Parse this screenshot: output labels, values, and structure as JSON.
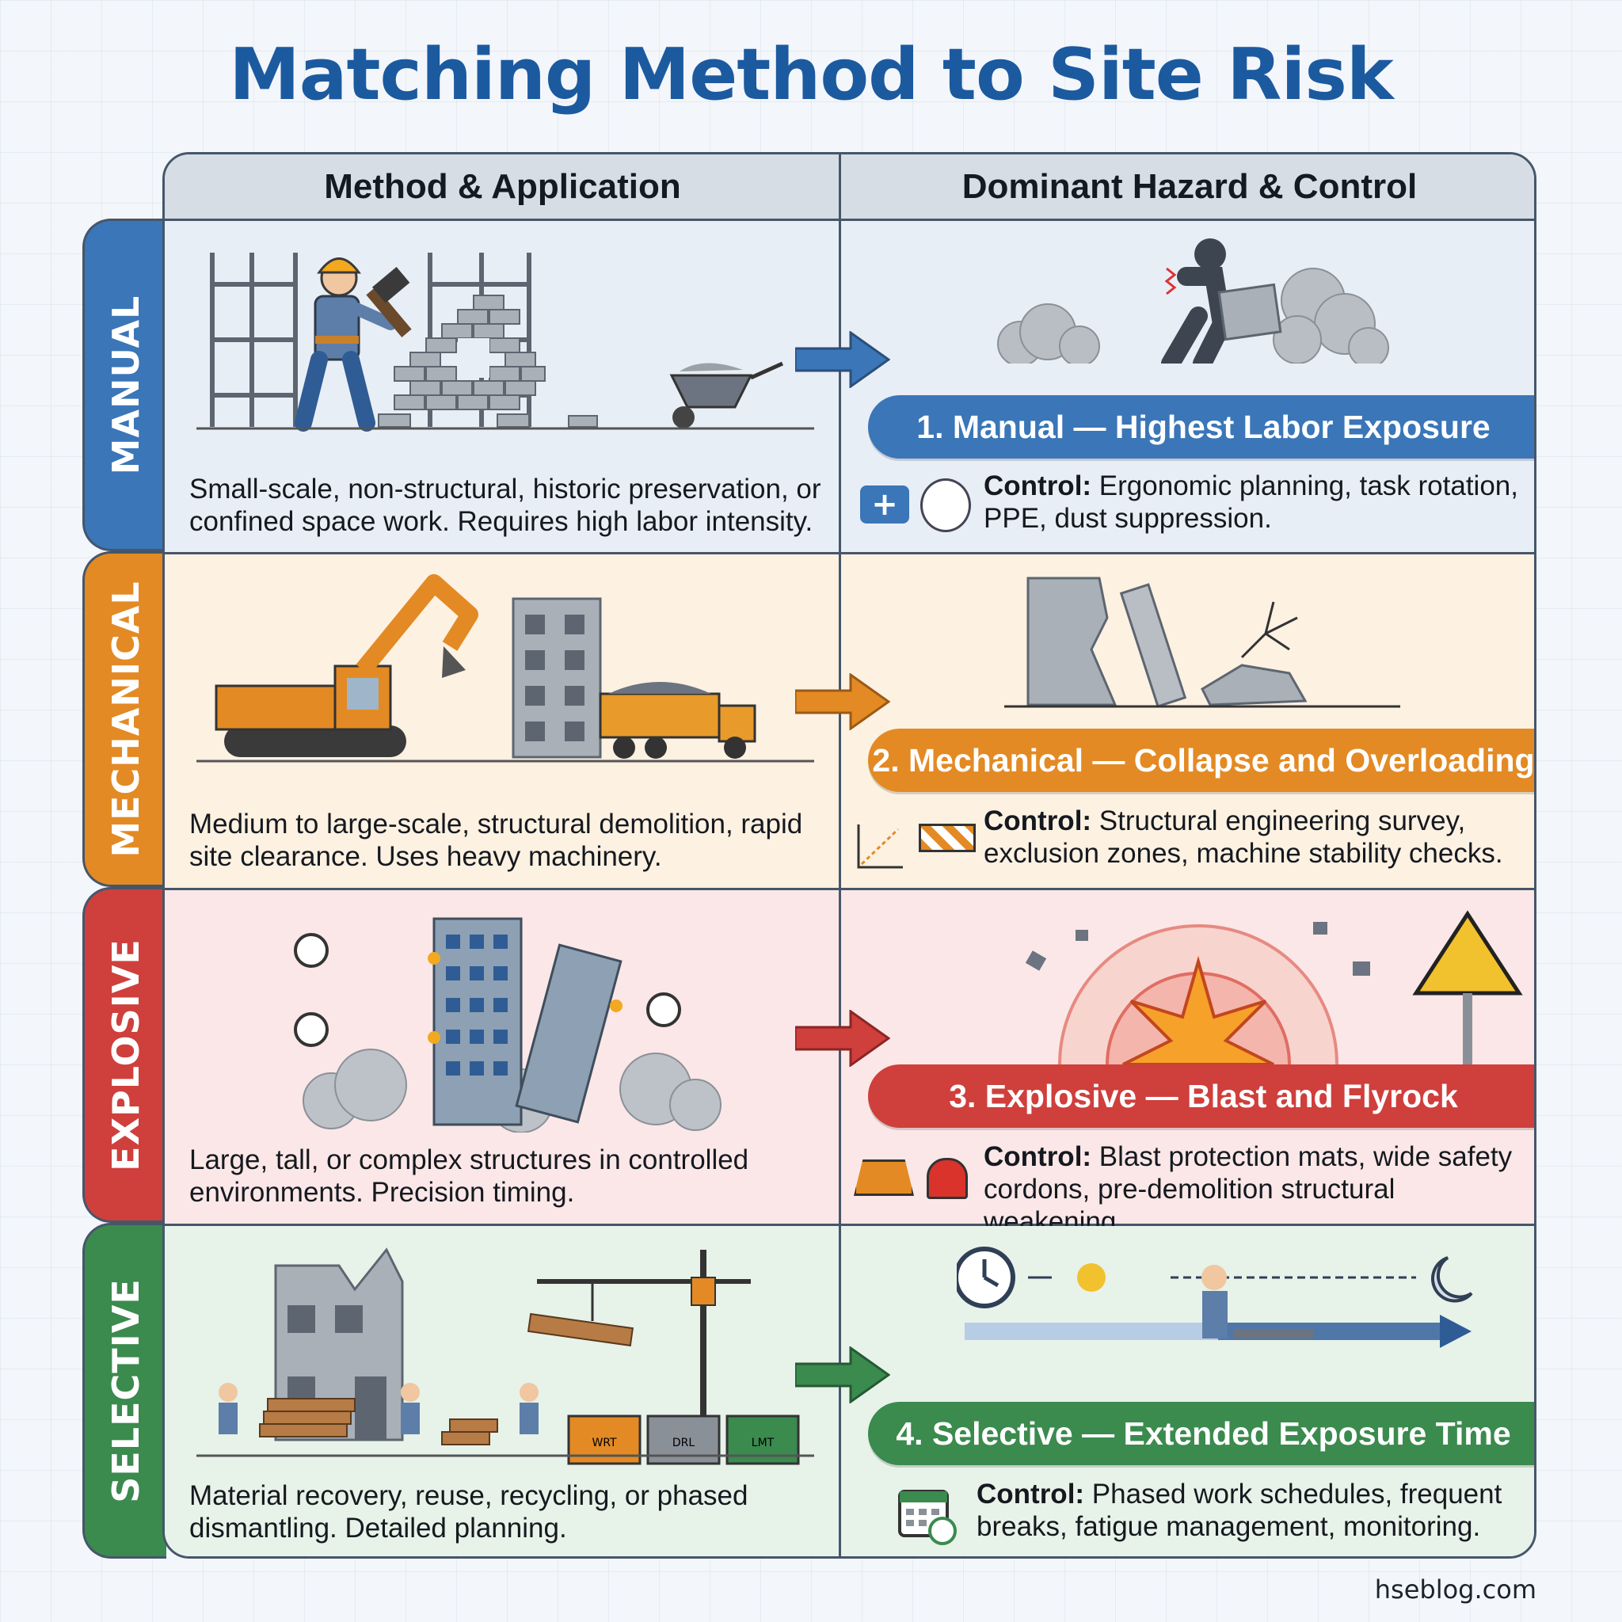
{
  "title": "Matching Method to Site Risk",
  "headers": {
    "method": "Method & Application",
    "hazard": "Dominant Hazard & Control"
  },
  "rows": [
    {
      "tab": "MANUAL",
      "color": "#3a76b8",
      "bg": "#e8eef6",
      "description": "Small-scale, non-structural, historic preservation, or confined space work. Requires high labor intensity.",
      "hazard": "1. Manual — Highest Labor Exposure",
      "control_label": "Control:",
      "control_text": " Ergonomic planning, task rotation, PPE, dust suppression.",
      "icons": [
        "first-aid-kit-icon",
        "dust-mask-icon"
      ]
    },
    {
      "tab": "MECHANICAL",
      "color": "#e38a24",
      "bg": "#fdf1e2",
      "description": "Medium to large-scale, structural demolition, rapid site clearance. Uses heavy machinery.",
      "hazard": "2. Mechanical — Collapse and Overloading",
      "control_label": "Control:",
      "control_text": " Structural engineering survey, exclusion zones, machine stability checks.",
      "icons": [
        "stability-graph-icon",
        "barrier-icon"
      ]
    },
    {
      "tab": "EXPLOSIVE",
      "color": "#cf3f3c",
      "bg": "#fbe7e7",
      "description": "Large, tall, or complex structures in controlled environments. Precision timing.",
      "hazard": "3. Explosive — Blast and Flyrock",
      "control_label": "Control:",
      "control_text": " Blast protection mats, wide safety cordons, pre-demolition structural weakening.",
      "icons": [
        "blast-mat-icon",
        "warning-beacon-icon"
      ]
    },
    {
      "tab": "SELECTIVE",
      "color": "#3b8a4e",
      "bg": "#e7f2e9",
      "description": "Material recovery, reuse, recycling, or phased dismantling. Detailed planning.",
      "hazard": "4. Selective — Extended Exposure Time",
      "control_label": "Control:",
      "control_text": " Phased work schedules, frequent breaks, fatigue management, monitoring.",
      "icons": [
        "schedule-calendar-icon"
      ]
    }
  ],
  "bin_labels": [
    "WRT",
    "DRL",
    "LMT"
  ],
  "footer": "hseblog.com"
}
